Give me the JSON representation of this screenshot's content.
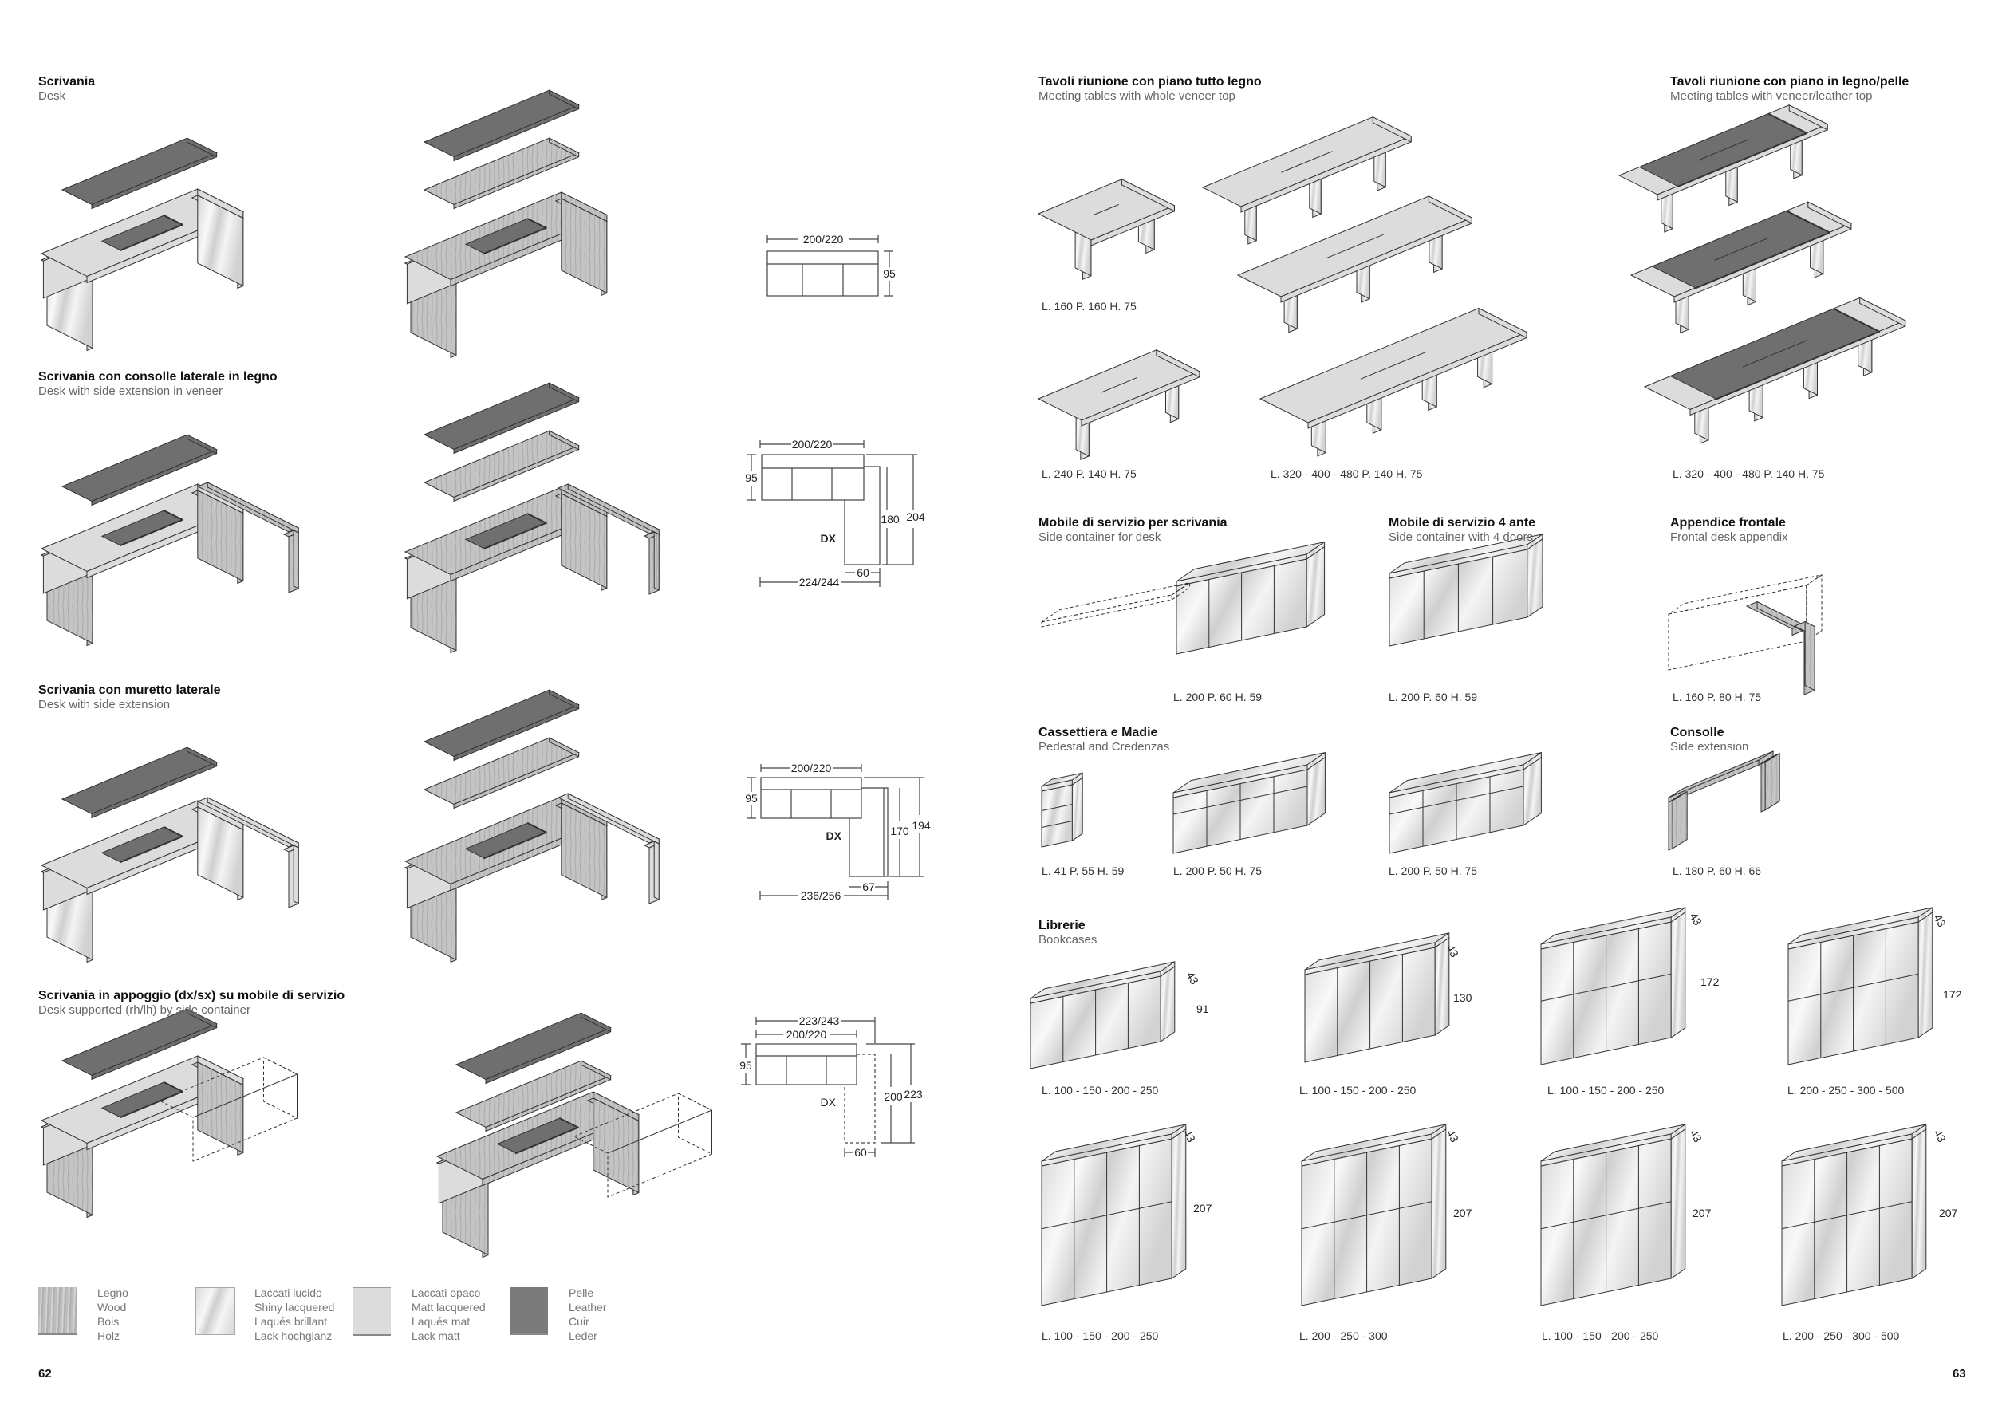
{
  "left_page": {
    "sections": [
      {
        "title": "Scrivania",
        "subtitle": "Desk"
      },
      {
        "title": "Scrivania con consolle laterale in legno",
        "subtitle": "Desk with side extension in veneer"
      },
      {
        "title": "Scrivania con muretto laterale",
        "subtitle": "Desk with side extension"
      },
      {
        "title": "Scrivania in appoggio (dx/sx) su mobile di servizio",
        "subtitle": "Desk supported (rh/lh) by side container"
      }
    ],
    "plans": [
      {
        "width": "200/220",
        "depth": "95"
      },
      {
        "width": "200/220",
        "depth": "95",
        "side": "DX",
        "return_length": "180",
        "total_depth": "204",
        "return_width": "60",
        "total_width": "224/244"
      },
      {
        "width": "200/220",
        "depth": "95",
        "side": "DX",
        "return_length": "170",
        "total_depth": "194",
        "return_width": "67",
        "total_width": "236/256"
      },
      {
        "overall_width": "223/243",
        "width": "200/220",
        "depth": "95",
        "side": "DX",
        "return_length": "200",
        "total_depth": "223",
        "return_width": "60"
      }
    ],
    "legend": [
      {
        "finish": "wood",
        "lines": [
          "Legno",
          "Wood",
          "Bois",
          "Holz"
        ]
      },
      {
        "finish": "shiny",
        "lines": [
          "Laccati lucido",
          "Shiny lacquered",
          "Laqués brillant",
          "Lack hochglanz"
        ]
      },
      {
        "finish": "matt",
        "lines": [
          "Laccati opaco",
          "Matt lacquered",
          "Laqués mat",
          "Lack matt"
        ]
      },
      {
        "finish": "leather",
        "lines": [
          "Pelle",
          "Leather",
          "Cuir",
          "Leder"
        ]
      }
    ],
    "page_number": "62"
  },
  "right_page": {
    "meeting_whole": {
      "title": "Tavoli riunione con piano tutto legno",
      "subtitle": "Meeting tables with whole veneer top",
      "dims": [
        "L. 160  P. 160  H. 75",
        "L. 240  P. 140  H. 75",
        "L. 320 - 400 - 480  P. 140  H. 75"
      ]
    },
    "meeting_leather": {
      "title": "Tavoli riunione con piano in legno/pelle",
      "subtitle": "Meeting tables with veneer/leather top",
      "dims": [
        "L. 320 - 400 - 480  P. 140  H. 75"
      ]
    },
    "side_container": {
      "title": "Mobile di servizio per scrivania",
      "subtitle": "Side container for desk",
      "dims": "L. 200  P. 60  H. 59"
    },
    "side_container_4": {
      "title": "Mobile di servizio 4 ante",
      "subtitle": "Side container with 4 doors",
      "dims": "L. 200  P. 60  H. 59"
    },
    "appendix": {
      "title": "Appendice frontale",
      "subtitle": "Frontal desk appendix",
      "dims": "L. 160  P. 80  H. 75"
    },
    "pedestal": {
      "title": "Cassettiera e Madie",
      "subtitle": "Pedestal and Credenzas",
      "dims": [
        "L. 41  P. 55  H. 59",
        "L. 200  P. 50  H. 75",
        "L. 200  P. 50  H. 75"
      ]
    },
    "consolle": {
      "title": "Consolle",
      "subtitle": "Side extension",
      "dims": "L. 180  P. 60  H. 66"
    },
    "bookcases": {
      "title": "Librerie",
      "subtitle": "Bookcases",
      "row1": [
        {
          "dims": "L. 100 - 150 - 200 - 250",
          "height": "91",
          "depth": "43"
        },
        {
          "dims": "L. 100 - 150 - 200 - 250",
          "height": "130",
          "depth": "43"
        },
        {
          "dims": "L. 100 - 150 - 200 - 250",
          "height": "172",
          "depth": "43"
        },
        {
          "dims": "L. 200 - 250 - 300 - 500",
          "height": "172",
          "depth": "43"
        }
      ],
      "row2": [
        {
          "dims": "L. 100 - 150 - 200 - 250",
          "height": "207",
          "depth": "43"
        },
        {
          "dims": "L. 200 - 250 - 300",
          "height": "207",
          "depth": "43"
        },
        {
          "dims": "L. 100 - 150 - 200 - 250",
          "height": "207",
          "depth": "43"
        },
        {
          "dims": "L. 200 - 250 - 300 - 500",
          "height": "207",
          "depth": "43"
        }
      ]
    },
    "page_number": "63"
  },
  "colors": {
    "wood": "#bdbdbd",
    "shiny": "#eeeeee",
    "matt": "#dcdcdc",
    "leather": "#6f6f6f",
    "line": "#333333"
  }
}
